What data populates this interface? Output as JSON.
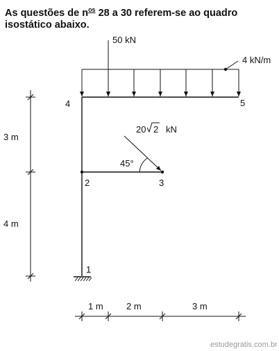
{
  "intro": {
    "line1_before": "As questões de n",
    "line1_sup": "os",
    "line1_after": " 28 a 30 referem-se ao quadro",
    "line2": "isostático abaixo."
  },
  "loads": {
    "point_load": "50 kN",
    "distributed_load": "4 kN/m",
    "inclined_prefix": "20",
    "inclined_radicand": "2",
    "inclined_unit": "kN",
    "angle": "45°"
  },
  "nodes": [
    "1",
    "2",
    "3",
    "4",
    "5"
  ],
  "vertical_dims": [
    "3 m",
    "4 m"
  ],
  "horizontal_dims": [
    "1 m",
    "2 m",
    "3 m"
  ],
  "watermark": "estudegratis.com.br"
}
